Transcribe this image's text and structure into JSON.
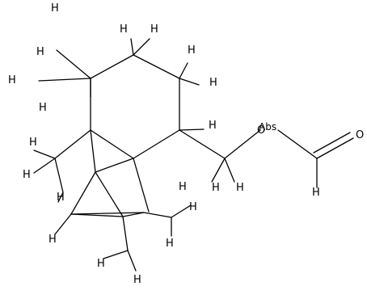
{
  "diagram": {
    "type": "chemical-structure",
    "atom_labels": {
      "oxygen": "O",
      "hydrogen": "H",
      "stereo_flag": "Abs"
    },
    "colors": {
      "line": "#000000",
      "background": "#ffffff"
    }
  }
}
